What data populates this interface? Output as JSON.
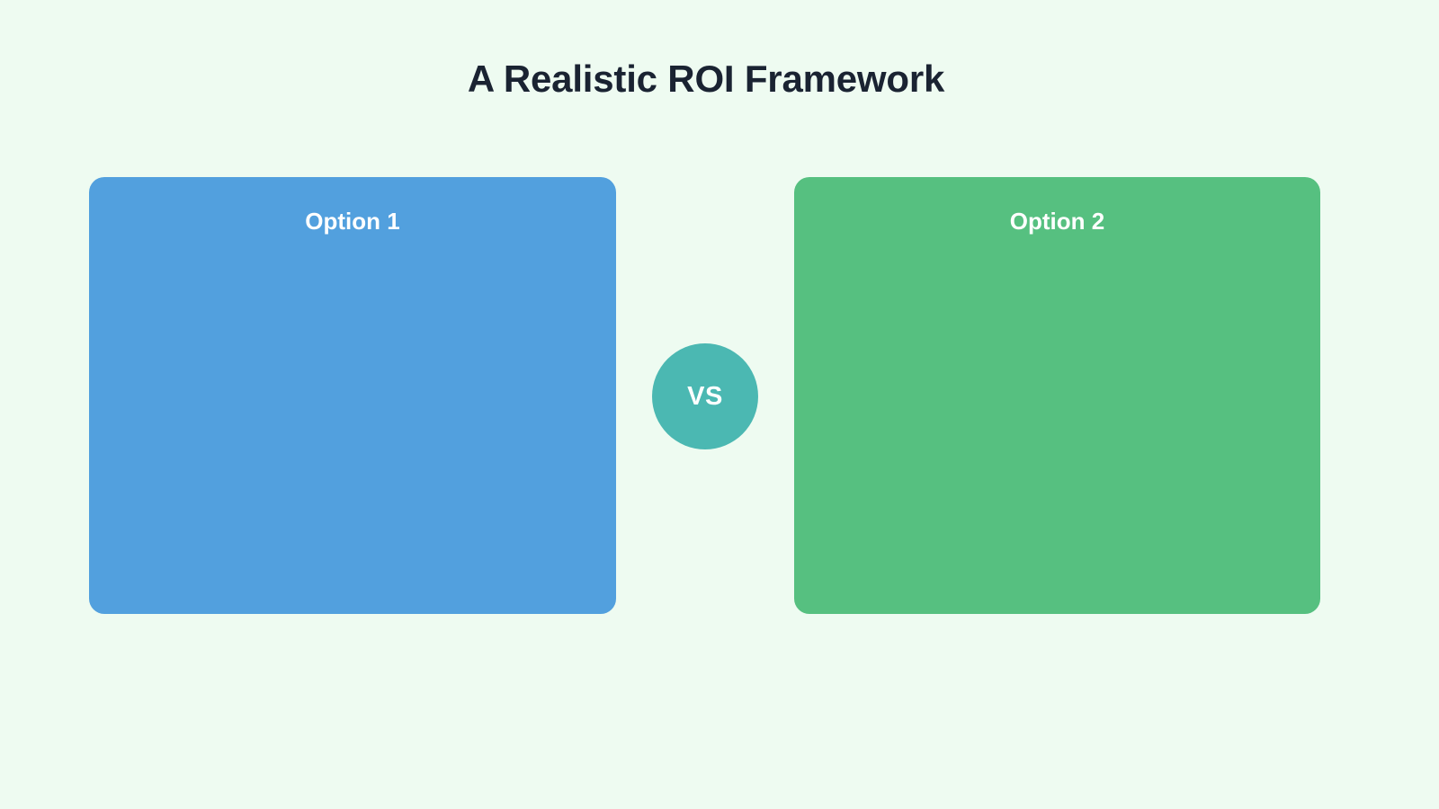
{
  "slide": {
    "title": "A Realistic ROI Framework",
    "background_color": "#eefbf1",
    "title_color": "#1a2332"
  },
  "comparison": {
    "divider": {
      "label": "VS",
      "color": "#4bb8b2",
      "text_color": "#ffffff"
    },
    "options": [
      {
        "heading": "Option 1",
        "color": "#52a0de",
        "text_color": "#ffffff",
        "body": ""
      },
      {
        "heading": "Option 2",
        "color": "#56c080",
        "text_color": "#ffffff",
        "body": ""
      }
    ]
  }
}
